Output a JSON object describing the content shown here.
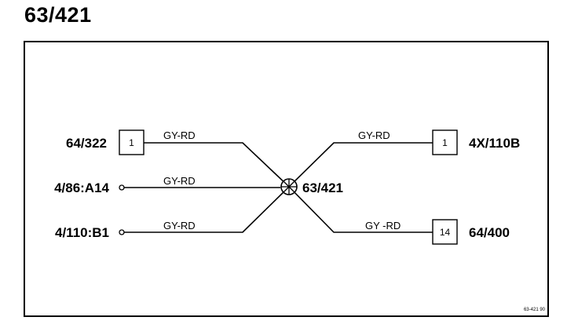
{
  "title": "63/421",
  "splice": {
    "label": "63/421"
  },
  "left_connectors": [
    {
      "name": "64/322",
      "pin": "1",
      "wire_color": "GY-RD",
      "terminal": "box"
    },
    {
      "name": "4/86:A14",
      "wire_color": "GY-RD",
      "terminal": "circle"
    },
    {
      "name": "4/110:B1",
      "wire_color": "GY-RD",
      "terminal": "circle"
    }
  ],
  "right_connectors": [
    {
      "name": "4X/110B",
      "pin": "1",
      "wire_color": "GY-RD",
      "terminal": "box"
    },
    {
      "name": "64/400",
      "pin": "14",
      "wire_color": "GY -RD",
      "terminal": "box"
    }
  ],
  "reference_code": "63-421 90"
}
